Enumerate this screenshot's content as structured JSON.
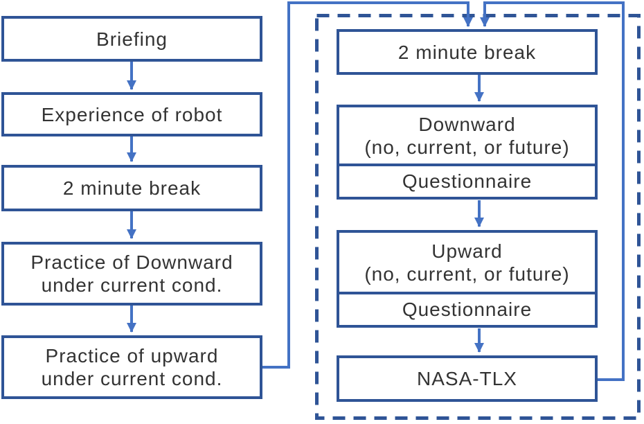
{
  "colors": {
    "box_border": "#2F5496",
    "connector": "#4472C4",
    "dashed_border": "#2F5496",
    "text": "#333333",
    "background": "#FFFFFF"
  },
  "left_column": {
    "boxes": [
      {
        "label": "Briefing"
      },
      {
        "label": "Experience of robot"
      },
      {
        "label": "2 minute break"
      },
      {
        "label": "Practice of Downward\nunder current cond."
      },
      {
        "label": "Practice of upward\nunder current cond."
      }
    ]
  },
  "right_column": {
    "boxes": [
      {
        "label": "2 minute break"
      },
      {
        "title": "Downward\n(no, current, or future)",
        "sub": "Questionnaire"
      },
      {
        "title": "Upward\n(no, current, or future)",
        "sub": "Questionnaire"
      },
      {
        "label": "NASA-TLX"
      }
    ]
  }
}
